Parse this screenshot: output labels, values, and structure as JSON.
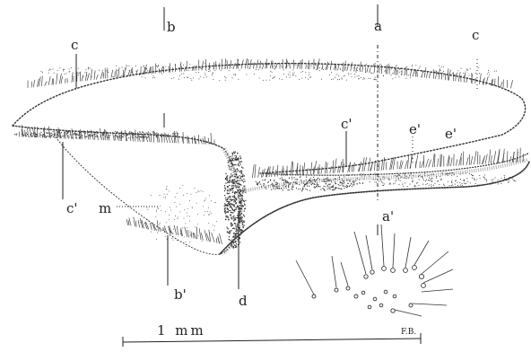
{
  "figure": {
    "labels": {
      "c_left": "c",
      "b": "b",
      "a": "a",
      "c_right": "c",
      "c_prime_top": "c'",
      "e_prime": "e'",
      "e_prime_2": "e'",
      "c_prime_left": "c'",
      "m": "m",
      "a_prime": "a'",
      "b_prime": "b'",
      "d": "d"
    },
    "scale_bar": {
      "label": "1 mm",
      "initials": "F.B."
    }
  }
}
